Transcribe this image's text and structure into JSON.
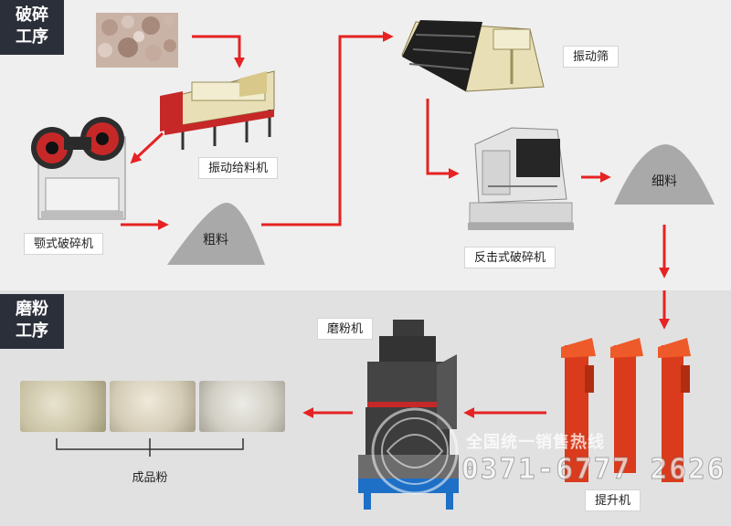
{
  "sections": {
    "crushing": [
      "破碎",
      "工序"
    ],
    "grinding": [
      "磨粉",
      "工序"
    ]
  },
  "labels": {
    "vibrating_feeder": "振动给料机",
    "jaw_crusher": "颚式破碎机",
    "coarse": "粗料",
    "vibrating_screen": "振动筛",
    "impact_crusher": "反击式破碎机",
    "fine": "细料",
    "grinding_mill": "磨粉机",
    "elevator": "提升机",
    "finished_powder": "成品粉"
  },
  "watermark": {
    "text": "全国统一销售热线",
    "phone": "0371-6777 2626"
  },
  "colors": {
    "arrow": "#e62222",
    "tag_bg": "#2b2f3a",
    "pile": "#a9a9a9"
  }
}
